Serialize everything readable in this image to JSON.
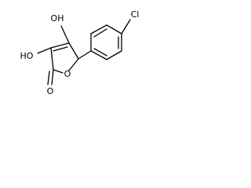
{
  "molecule": {
    "labels": {
      "oh_top": "OH",
      "ho_left": "HO",
      "ring_oxygen": "O",
      "carbonyl_oxygen": "O",
      "chlorine": "Cl"
    }
  }
}
